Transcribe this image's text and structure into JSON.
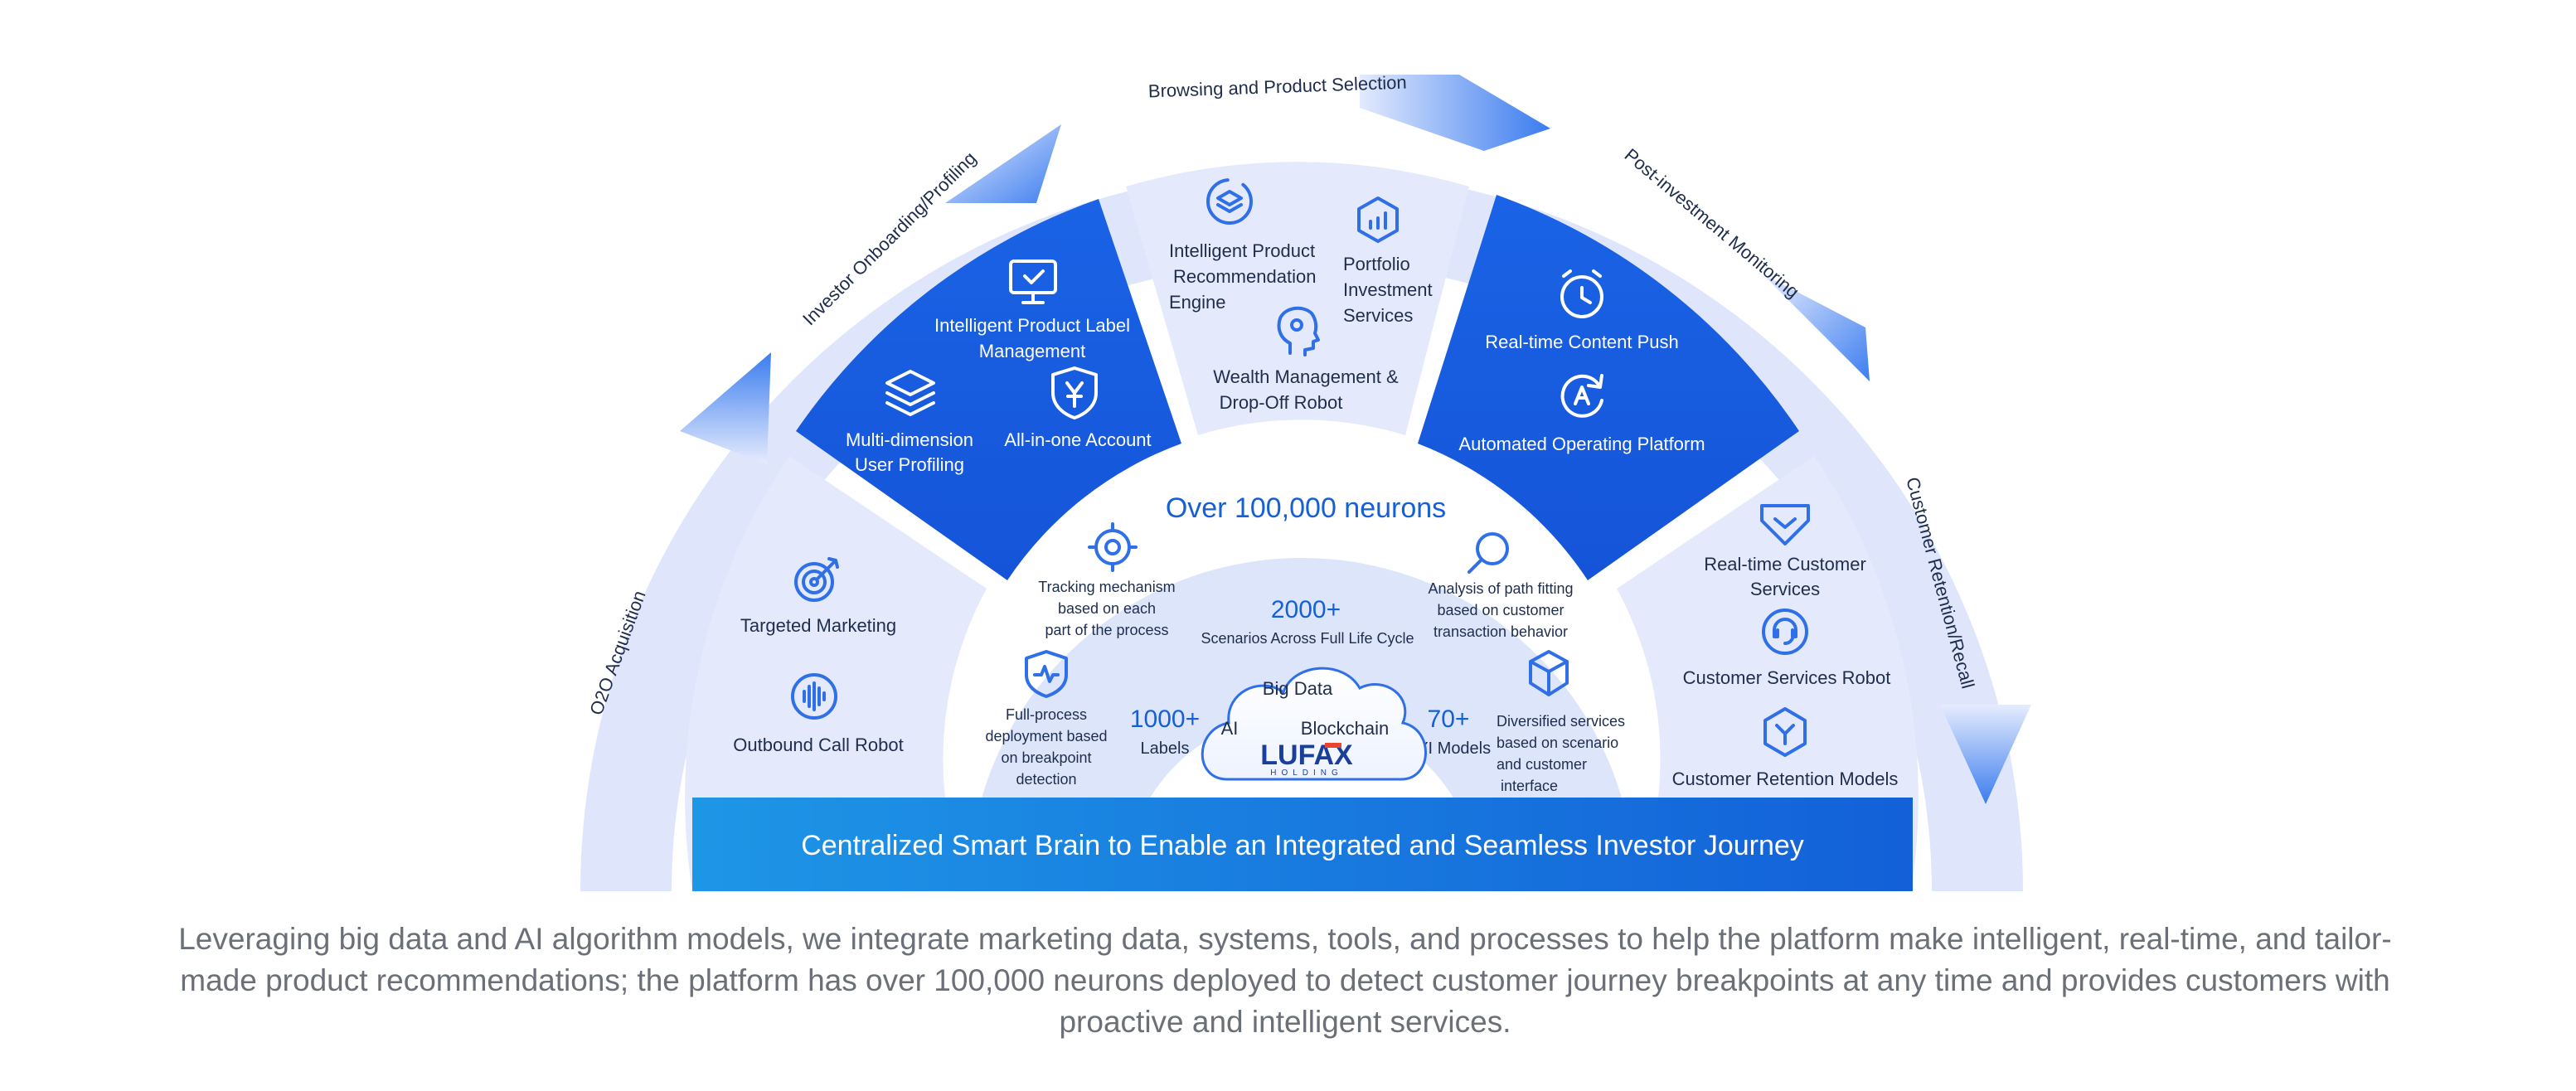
{
  "journey": {
    "o2o": "O2O Acquisition",
    "onboarding": "Investor Onboarding/Profiling",
    "browsing": "Browsing and Product Selection",
    "post_investment": "Post-investment Monitoring",
    "retention": "Customer Retention/Recall"
  },
  "left_gray": {
    "targeted_marketing": "Targeted Marketing",
    "outbound_call_robot": "Outbound Call Robot"
  },
  "left_blue": {
    "label_mgmt": [
      "Intelligent Product Label",
      "Management"
    ],
    "multi_dimension": [
      "Multi-dimension",
      "User Profiling"
    ],
    "all_in_one": "All-in-one Account"
  },
  "top_center": {
    "engine": [
      "Intelligent Product",
      "Recommendation",
      "Engine"
    ],
    "portfolio": [
      "Portfolio",
      "Investment",
      "Services"
    ],
    "wealth_robot": [
      "Wealth Management &",
      "Drop-Off Robot"
    ]
  },
  "right_blue": {
    "content_push": "Real-time Content Push",
    "operating_platform": "Automated Operating Platform"
  },
  "right_gray": {
    "rt_services": [
      "Real-time Customer",
      "Services"
    ],
    "cs_robot": "Customer Services Robot",
    "retention_models": "Customer Retention Models"
  },
  "inner": {
    "neurons": "Over 100,000 neurons",
    "tracking": [
      "Tracking mechanism",
      "based on each",
      "part of the process"
    ],
    "path_fitting": [
      "Analysis of path fitting",
      "based on customer",
      "transaction behavior"
    ],
    "full_process": [
      "Full-process",
      "deployment based",
      "on breakpoint",
      "detection"
    ],
    "diversified": [
      "Diversified services",
      "based on scenario",
      "and customer",
      "interface"
    ]
  },
  "core": {
    "scenarios_value": "2000+",
    "scenarios_label": "Scenarios Across Full Life Cycle",
    "labels_value": "1000+",
    "labels_label": "Labels",
    "models_value": "70+",
    "models_label": "KYI Models",
    "big_data": "Big Data",
    "ai": "AI",
    "blockchain": "Blockchain",
    "logo": "LUFAX",
    "logo_sub": "HOLDING"
  },
  "banner": "Centralized Smart Brain to Enable an Integrated and Seamless Investor Journey",
  "caption": "Leveraging big data and AI algorithm models, we integrate marketing data, systems, tools, and processes to help the platform make intelligent, real-time, and tailor-made product recommendations; the platform has over 100,000 neurons deployed to detect customer journey breakpoints at any time and provides customers with proactive and intelligent services.",
  "colors": {
    "accent": "#1560d4",
    "band": "#dfe6fb",
    "panel": "#e4eafc",
    "banner": "#1a76e3"
  }
}
